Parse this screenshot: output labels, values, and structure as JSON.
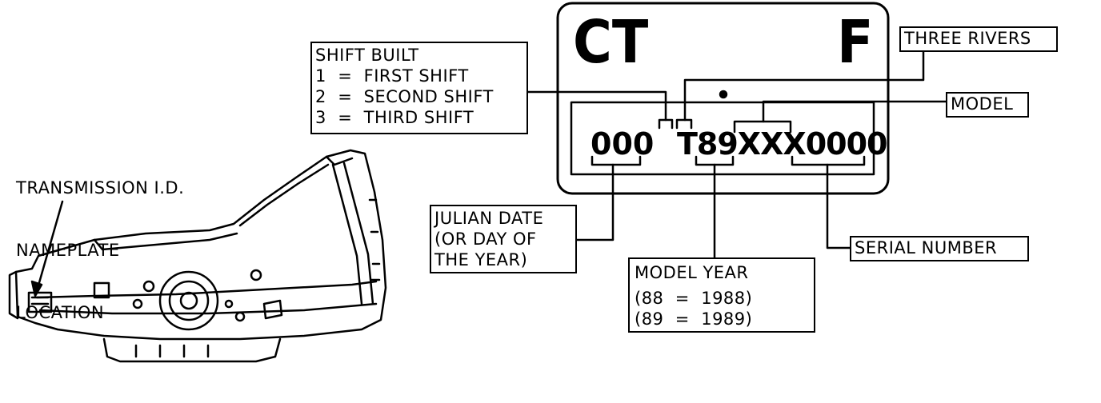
{
  "plate": {
    "top_left": "CT",
    "top_right": "F",
    "julian_code": "000",
    "model_code": "T89XXX0000"
  },
  "labels": {
    "transmission_location": [
      "TRANSMISSION I.D.",
      "NAMEPLATE",
      "LOCATION"
    ],
    "shift_built": {
      "title": "SHIFT BUILT",
      "lines": [
        "1  =  FIRST SHIFT",
        "2  =  SECOND SHIFT",
        "3  =  THIRD SHIFT"
      ]
    },
    "three_rivers": "THREE RIVERS",
    "model": "MODEL",
    "julian_date": [
      "JULIAN DATE",
      "(OR DAY OF",
      "THE YEAR)"
    ],
    "model_year": {
      "title": "MODEL YEAR",
      "lines": [
        "(88  =  1988)",
        "(89  =  1989)"
      ]
    },
    "serial_number": "SERIAL NUMBER"
  }
}
